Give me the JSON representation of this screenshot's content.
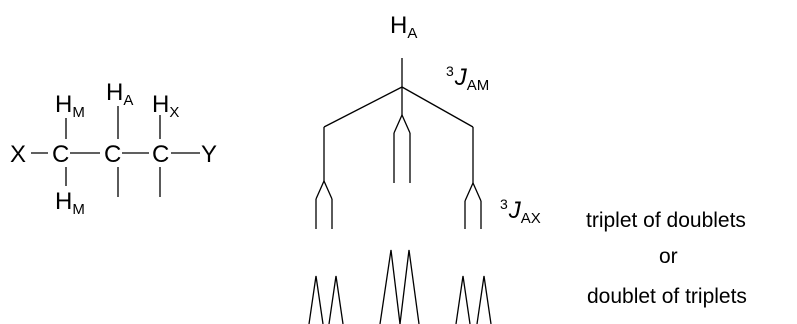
{
  "molecule": {
    "left_substituent": "X",
    "right_substituent": "Y",
    "carbon": "C",
    "hydrogen": "H",
    "label_m": "M",
    "label_a": "A",
    "label_x": "X"
  },
  "tree": {
    "top_h": "H",
    "top_label": "A",
    "j1_superscript": "3",
    "j1_symbol": "J",
    "j1_subscript": "AM",
    "j2_superscript": "3",
    "j2_symbol": "J",
    "j2_subscript": "AX"
  },
  "caption": {
    "line1": "triplet of doublets",
    "line2": "or",
    "line3": "doublet of triplets"
  }
}
